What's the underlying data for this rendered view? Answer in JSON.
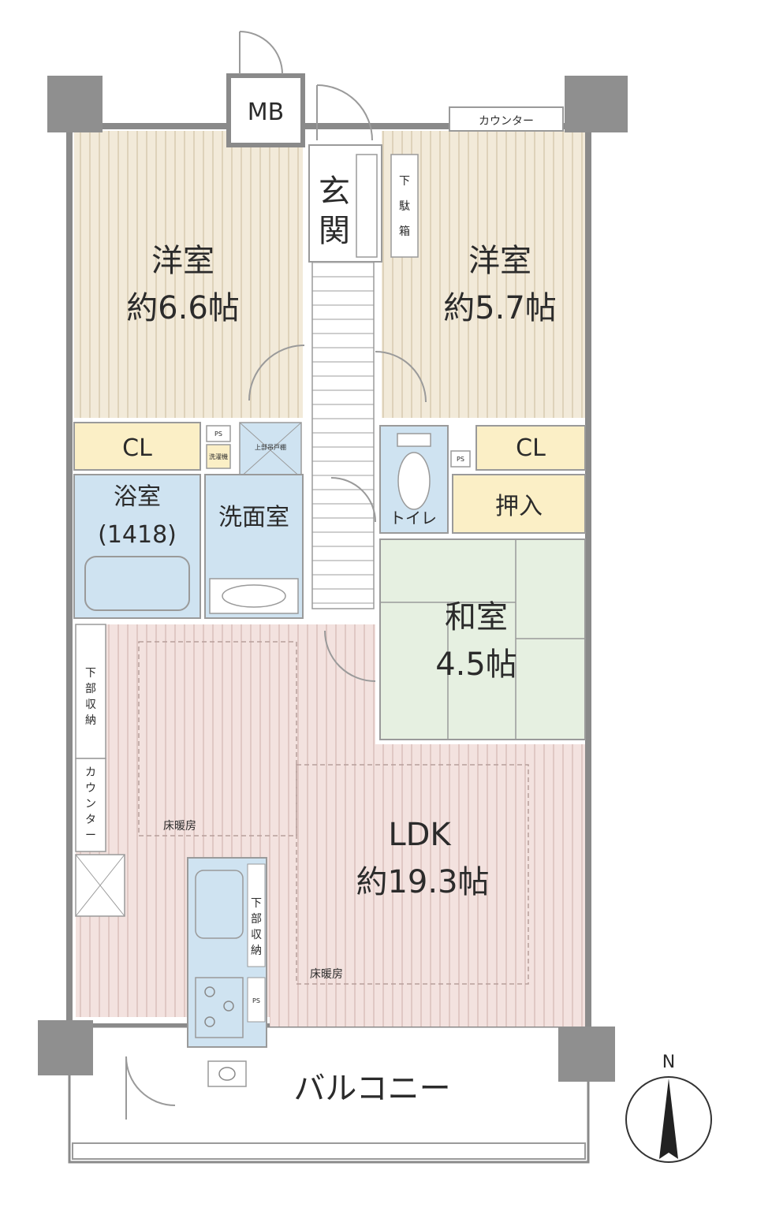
{
  "rooms": {
    "western_left": {
      "name": "洋室",
      "size": "約6.6帖"
    },
    "western_right": {
      "name": "洋室",
      "size": "約5.7帖"
    },
    "entrance": {
      "char1": "玄",
      "char2": "関"
    },
    "shoe_box": {
      "c1": "下",
      "c2": "駄",
      "c3": "箱"
    },
    "meter_box": "MB",
    "counter_top": "カウンター",
    "closet_left": "CL",
    "closet_right": "CL",
    "bath": {
      "name": "浴室",
      "size": "(1418)"
    },
    "washroom": "洗面室",
    "washer_label": "上部吊戸棚",
    "toilet": "トイレ",
    "oshiire": "押入",
    "japanese": {
      "name": "和室",
      "size": "4.5帖"
    },
    "ldk": {
      "name": "LDK",
      "size": "約19.3帖"
    },
    "balcony": "バルコニー",
    "floor_heat_1": "床暖房",
    "floor_heat_2": "床暖房",
    "lower_storage_left": {
      "c1": "下",
      "c2": "部",
      "c3": "収",
      "c4": "納"
    },
    "counter_left": {
      "c1": "カ",
      "c2": "ウ",
      "c3": "ン",
      "c4": "タ",
      "c5": "ー"
    },
    "lower_storage_kitchen": {
      "c1": "下",
      "c2": "部",
      "c3": "収",
      "c4": "納"
    },
    "ps_small": "PS",
    "ps_small2": "PS",
    "ps_kitchen": "PS",
    "tank_label": "洗濯機"
  },
  "compass": {
    "north": "N"
  },
  "colors": {
    "western": "#f2ead9",
    "western_stripe": "#d9ccb2",
    "closet": "#fbefc6",
    "bath": "#cfe3f1",
    "japanese": "#e6f0e1",
    "ldk": "#f2e0dd",
    "ldk_stripe": "#d8bcb8",
    "wall": "#8a8a8a",
    "pillar": "#8f8f8f"
  }
}
